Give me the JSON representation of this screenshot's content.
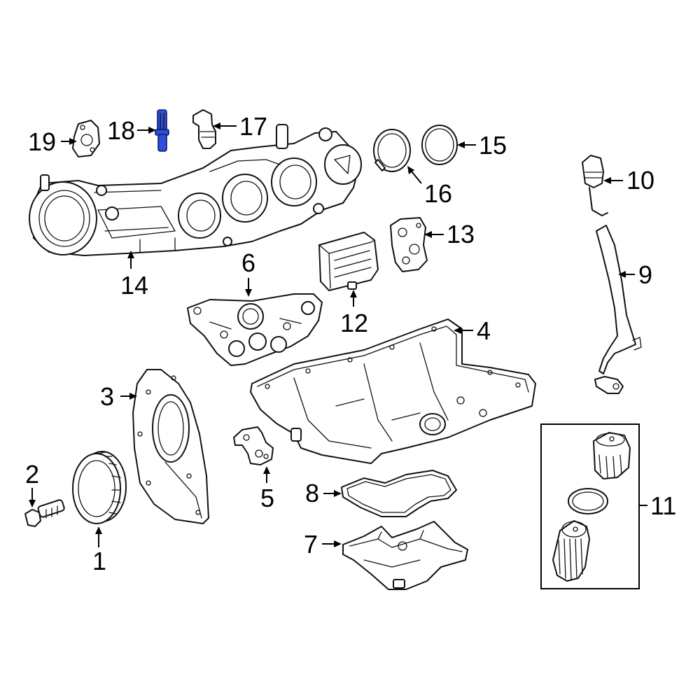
{
  "diagram": {
    "highlight_color": "#2f4fd8",
    "highlighted_part": "18",
    "callouts": [
      "1",
      "2",
      "3",
      "4",
      "5",
      "6",
      "7",
      "8",
      "9",
      "10",
      "11",
      "12",
      "13",
      "14",
      "15",
      "16",
      "17",
      "18",
      "19"
    ]
  }
}
